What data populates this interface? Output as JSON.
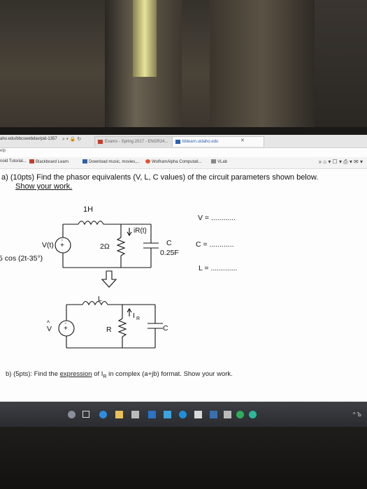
{
  "browser": {
    "url": "aho.edu/bbcswebdav/pid-1357",
    "tabs": [
      {
        "label": "Exams - Spring 2017 - ENGR24..."
      },
      {
        "label": "bblearn.uidaho.edu"
      }
    ],
    "help_label": "elp"
  },
  "favorites": [
    {
      "label": "noid Tutorial..."
    },
    {
      "label": "Blackboard Learn"
    },
    {
      "label": "Download music, movies,..."
    },
    {
      "label": "WolframAlpha Computati..."
    },
    {
      "label": "VLab"
    }
  ],
  "question": {
    "part_a": "a)  (10pts) Find the phasor equivalents (V, L, C values) of the circuit parameters shown below.",
    "show_work": "Show your work.",
    "part_b_prefix": "b) (5pts): Find the ",
    "part_b_link": "expression",
    "part_b_suffix": " of I",
    "part_b_sub": "R",
    "part_b_end": " in complex (a+jb) format. Show your work."
  },
  "circuit_top": {
    "inductor_label": "1H",
    "source_label": "V(t)",
    "source_expr": "5 cos (2t-35°)",
    "resistor_label": "2Ω",
    "current_label": "iR(t)",
    "cap_letter": "C",
    "cap_value": "0.25F",
    "answers": [
      "V = ............",
      "C = ............",
      "L = ............."
    ]
  },
  "circuit_bottom": {
    "inductor_label": "L",
    "source_label": "V",
    "resistor_label": "R",
    "current_label": "I",
    "current_sub": "R",
    "cap_label": "C"
  },
  "taskbar": {
    "clock_glyph": "^ Ъ"
  }
}
